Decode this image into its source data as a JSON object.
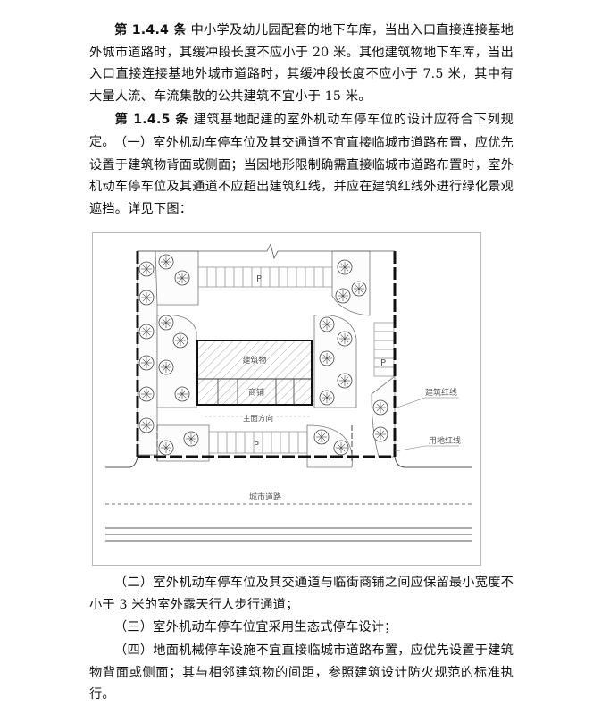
{
  "p1": {
    "label": "第 1.4.4 条",
    "text": "中小学及幼儿园配套的地下车库，当出入口直接连接基地外城市道路时，其缓冲段长度不应小于 20 米。其他建筑物地下车库，当出入口直接连接基地外城市道路时，其缓冲段长度不应小于 7.5 米，其中有大量人流、车流集散的公共建筑不宜小于 15 米。"
  },
  "p2": {
    "label": "第 1.4.5 条",
    "text": "建筑基地配建的室外机动车停车位的设计应符合下列规定。"
  },
  "p3": {
    "text": "（一）室外机动车停车位及其交通道不宜直接临城市道路布置，应优先设置于建筑物背面或侧面；当因地形限制确需直接临城市道路布置时，室外机动车停车位及其通道不应超出建筑红线，并应在建筑红线外进行绿化景观遮挡。详见下图："
  },
  "figure": {
    "building_label": "建筑物",
    "shop_label": "商铺",
    "main_facade_label": "主面方向",
    "parking_mark": "P",
    "road_label": "城市道路",
    "building_redline_label": "建筑红线",
    "land_redline_label": "用地红线"
  },
  "p4": {
    "text": "（二）室外机动车停车位及其交通道与临街商铺之间应保留最小宽度不小于 3 米的室外露天行人步行通道；"
  },
  "p5": {
    "text": "（三）室外机动车停车位宜采用生态式停车设计；"
  },
  "p6": {
    "text": "（四）地面机械停车设施不宜直接临城市道路布置，应优先设置于建筑物背面或侧面；其与相邻建筑物的间距，参照建筑设计防火规范的标准执行。"
  }
}
